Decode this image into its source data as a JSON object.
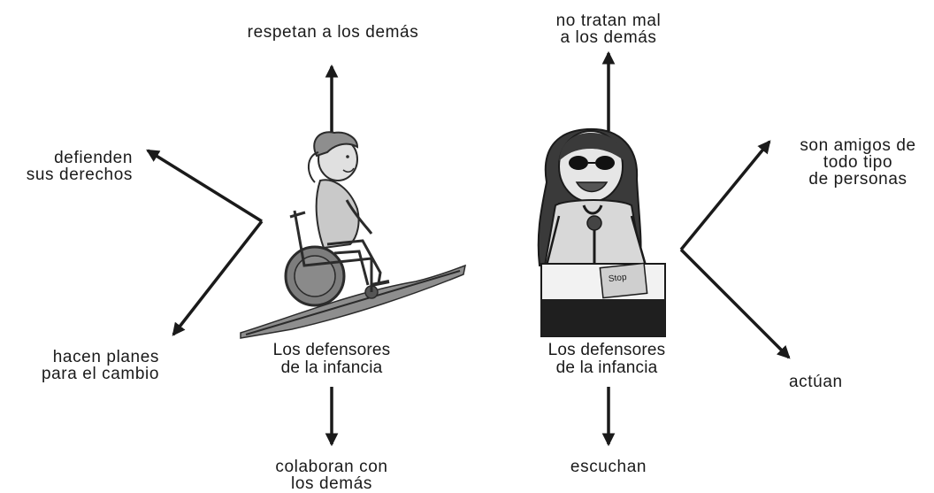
{
  "left_figure": {
    "caption": [
      "Los defensores",
      "de la infancia"
    ],
    "top_label": "respetan a los demás",
    "upper_left_label": [
      "defienden",
      "sus derechos"
    ],
    "lower_left_label": [
      "hacen planes",
      "para el cambio"
    ],
    "bottom_label": [
      "colaboran con",
      "los demás"
    ]
  },
  "right_figure": {
    "caption": [
      "Los defensores",
      "de la infancia"
    ],
    "top_label": [
      "no tratan mal",
      "a los demás"
    ],
    "upper_right_label": [
      "son amigos de",
      "todo tipo",
      "de personas"
    ],
    "lower_right_label": "actúan",
    "bottom_label": "escuchan",
    "sign_text": "Stop"
  },
  "colors": {
    "arrow": "#1a1a1a",
    "text": "#1a1a1a",
    "illustration_gray": "#9a9a9a",
    "illustration_dark": "#2b2b2b"
  }
}
